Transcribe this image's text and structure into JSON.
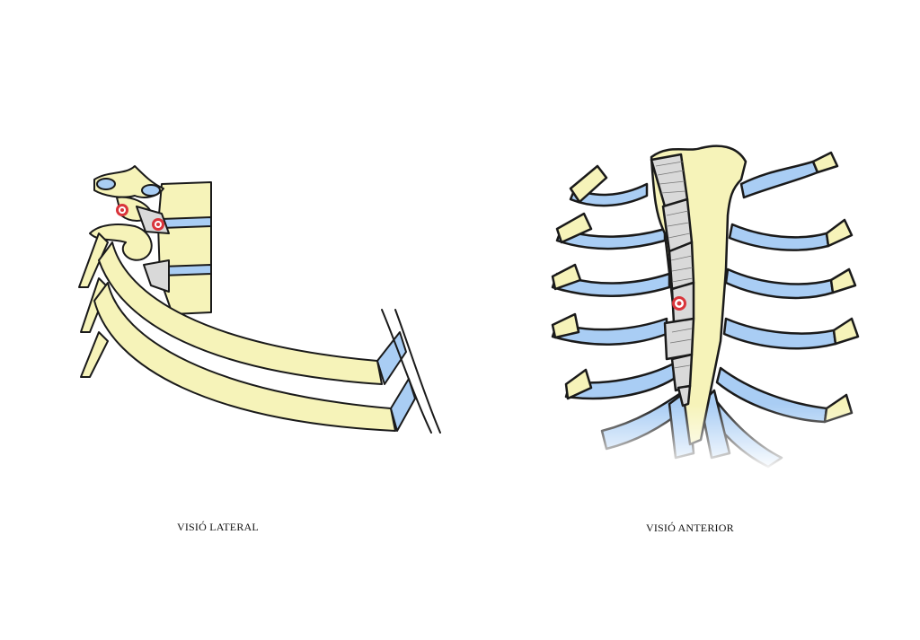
{
  "captions": {
    "lateral": "VISIÓ LATERAL",
    "anterior": "VISIÓ ANTERIOR"
  },
  "colors": {
    "bone": "#f6f3b9",
    "cartilage": "#a9cdf4",
    "outline": "#1a1a1a",
    "ligament": "#d9d9d9",
    "marker_outer": "#d9353b",
    "marker_inner": "#ffffff"
  },
  "markers": {
    "lateral": [
      "joint-marker",
      "joint-marker"
    ],
    "anterior": [
      "joint-marker"
    ]
  }
}
